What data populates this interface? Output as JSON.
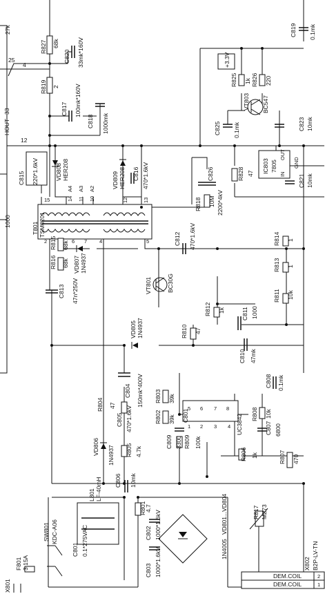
{
  "labels": {
    "r827": "R827",
    "r827_val": "68k",
    "c820": "C820",
    "c820_val": "33mk*160V",
    "r819": "R819",
    "r819_val": "2",
    "c817": "C817",
    "c817_val": "100mk*160V",
    "c818": "C818",
    "c818_val": "1000mk",
    "c815": "C815",
    "c815_val": "220*1.6kV",
    "vd808": "VD808",
    "vd808_val": "HER208",
    "vd809": "VD809",
    "vd809_val": "HER208",
    "c816": "C816",
    "c816_val": "470*1.6kV",
    "t801": "T801",
    "t801_val": "TSM0201",
    "r815": "R815",
    "r815_val": "68k",
    "r816": "R816",
    "r816_val": "68k",
    "vd807": "VD807",
    "vd807_val": "1N4937",
    "c813": "C813",
    "c813_val": "47n*250V",
    "r818": "R818",
    "r818_val": "10M",
    "c826": "C826",
    "c826_val": "2200*4kV",
    "c812": "C812",
    "c812_val": "470*1.6kV",
    "r814": "R814",
    "r814_val": "1",
    "r813": "R813",
    "r813_val": "1",
    "r811": "R811",
    "r811_val": "10k",
    "vt801": "VT801",
    "vt801_val": "BC30G",
    "r812": "R812",
    "r812_val": "1k",
    "c811": "C811",
    "c811_val": "1000",
    "r810": "R810",
    "r810_val": "47",
    "vd805": "VD805",
    "vd805_val": "1N4937",
    "c810": "C810",
    "c810_val": "47mk",
    "c804": "C804",
    "c804_val": "150mk*400V",
    "r804": "R804",
    "r804_val": "47",
    "c805": "C805",
    "c805_val": "470*1.6kV",
    "r803": "R803",
    "r803_val": "39k",
    "r802": "R802",
    "r802_val": "39k",
    "c801b": "C801",
    "c809": "C809",
    "c809_val": "3300",
    "r809": "R809",
    "r809_val": "100k",
    "uc3842": "UC3842",
    "r808": "R808",
    "r808_val": "10k",
    "c808": "C808",
    "c808_val": "0.1mk",
    "c807": "C807",
    "c807_val": "6800",
    "vd806": "VD806",
    "vd806_val": "1N4937",
    "r805": "R805",
    "r805_val": "4.7k",
    "c806": "C806",
    "c806_val": "10mk",
    "r806": "R806",
    "r806_val": "1k",
    "r807": "R807",
    "r807_val": "470",
    "r801": "R801",
    "r801_val": "4.7",
    "l801": "L801",
    "l801_val": "LF-40mH",
    "c801": "C801",
    "c801_val": "0.1*275VAC",
    "c802": "C802",
    "c802_val": "1000*1.6kV",
    "c803": "C803",
    "c803_val": "1000*1.6kV",
    "vd801": "VD801...VD804",
    "vd801_val": "1N4005",
    "r817": "R817",
    "r817_val": "MZ73",
    "sw801": "SW801",
    "sw801_val": "KDC-A06",
    "f801": "F801",
    "f801_val": "3.15A",
    "x801": "X801",
    "x802": "X802",
    "x802_val": "B2P-LV-TN",
    "demcoil1": "DEM.COIL",
    "demcoil2": "DEM.COIL",
    "pin1": "1",
    "pin2": "2",
    "c819": "C819",
    "c819_val": "0.1mk",
    "v33": "+3.3V",
    "r825": "R825",
    "r825_val": "1k",
    "r826": "R826",
    "r826_val": "220",
    "vt803": "VT803",
    "vt803_val": "BC547",
    "c825": "C825",
    "c825_val": "0.1mk",
    "c823": "C823",
    "c823_val": "10mk",
    "r828": "R828",
    "r828_val": "47",
    "ic803": "IC803",
    "ic803_val": "7805",
    "ic_out": "OUT",
    "ic_in": "IN",
    "ic_gnd": "GND",
    "c821": "C821",
    "c821_val": "10mk",
    "hout": "HOUT",
    "hout_pin": "33",
    "k27": "27k",
    "r1000": "1000",
    "n4": "4",
    "n25": "25",
    "n12": "12",
    "t15": "15",
    "t14": "14",
    "t11": "11",
    "t10": "10",
    "ta4": "A4",
    "ta3": "A3",
    "ta2": "A2",
    "t12": "12",
    "t13": "13",
    "t2": "2",
    "t6": "6",
    "t7": "7",
    "t4": "4",
    "t5": "5",
    "u8": "8",
    "u7": "7",
    "u6": "6",
    "u5": "5",
    "u4": "4",
    "u3": "3",
    "u2": "2",
    "u1": "1"
  }
}
